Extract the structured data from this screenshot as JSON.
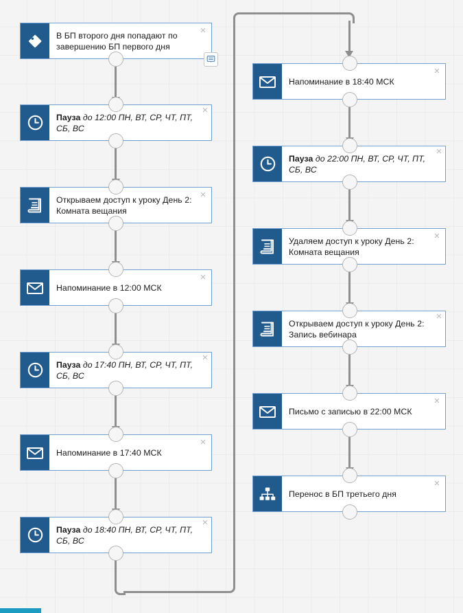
{
  "canvas": {
    "background_color": "#f4f4f4",
    "grid_line_color": "#ebebeb",
    "accent_color": "#215a8c",
    "border_color": "#6f9fd1",
    "connector_color": "#8e8e8e",
    "scrollbar_color": "#1c9cc1",
    "close_label": "×"
  },
  "columns": {
    "left": {
      "nodes": [
        {
          "icon": "tag-icon",
          "label_bold": "",
          "label_italic": "",
          "label": "В БП второго дня попадают по завершению БП первого дня",
          "has_comment": true
        },
        {
          "icon": "clock-icon",
          "label_bold": "Пауза",
          "label_italic": " до 12:00 ПН, ВТ, СР, ЧТ, ПТ, СБ, ВС",
          "label": "",
          "has_comment": false
        },
        {
          "icon": "book-icon",
          "label_bold": "",
          "label_italic": "",
          "label": "Открываем доступ к уроку День 2: Комната вещания",
          "has_comment": false
        },
        {
          "icon": "envelope-icon",
          "label_bold": "",
          "label_italic": "",
          "label": "Напоминание в 12:00 МСК",
          "has_comment": false
        },
        {
          "icon": "clock-icon",
          "label_bold": "Пауза",
          "label_italic": " до 17:40 ПН, ВТ, СР, ЧТ, ПТ, СБ, ВС",
          "label": "",
          "has_comment": false
        },
        {
          "icon": "envelope-icon",
          "label_bold": "",
          "label_italic": "",
          "label": "Напоминание в 17:40 МСК",
          "has_comment": false
        },
        {
          "icon": "clock-icon",
          "label_bold": "Пауза",
          "label_italic": " до 18:40 ПН, ВТ, СР, ЧТ, ПТ, СБ, ВС",
          "label": "",
          "has_comment": false
        }
      ]
    },
    "right": {
      "nodes": [
        {
          "icon": "envelope-icon",
          "label_bold": "",
          "label_italic": "",
          "label": "Напоминание в 18:40 МСК",
          "has_comment": false
        },
        {
          "icon": "clock-icon",
          "label_bold": "Пауза",
          "label_italic": " до 22:00 ПН, ВТ, СР, ЧТ, ПТ, СБ, ВС",
          "label": "",
          "has_comment": false
        },
        {
          "icon": "book-icon",
          "label_bold": "",
          "label_italic": "",
          "label": "Удаляем доступ к уроку День 2: Комната вещания",
          "has_comment": false
        },
        {
          "icon": "book-icon",
          "label_bold": "",
          "label_italic": "",
          "label": "Открываем доступ к уроку День 2: Запись вебинара",
          "has_comment": false
        },
        {
          "icon": "envelope-icon",
          "label_bold": "",
          "label_italic": "",
          "label": "Письмо с записью в 22:00 МСК",
          "has_comment": false
        },
        {
          "icon": "sitemap-icon",
          "label_bold": "",
          "label_italic": "",
          "label": "Перенос в БП третьего дня",
          "has_comment": false
        }
      ]
    }
  }
}
